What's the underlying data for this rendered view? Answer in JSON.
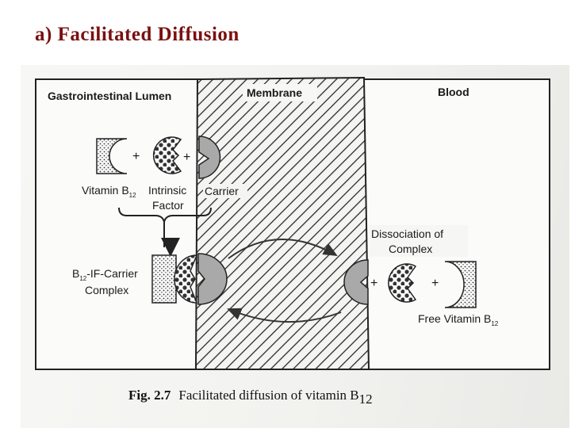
{
  "slide": {
    "title": "a) Facilitated Diffusion"
  },
  "diagram": {
    "regions": {
      "lumen": "Gastrointestinal Lumen",
      "membrane": "Membrane",
      "blood": "Blood"
    },
    "labels": {
      "vitamin_b": "Vitamin B",
      "subscript_12": "12",
      "intrinsic_line1": "Intrinsic",
      "intrinsic_line2": "Factor",
      "carrier": "Carrier",
      "complex_b": "B",
      "complex_line1_rest": "-IF-Carrier",
      "complex_line2": "Complex",
      "dissociation_line1": "Dissociation of",
      "dissociation_line2": "Complex",
      "free_vitamin": "Free Vitamin B",
      "plus": "+"
    },
    "caption": {
      "fig_label": "Fig. 2.7",
      "text": "Facilitated diffusion of vitamin B",
      "subscript": "12"
    }
  }
}
